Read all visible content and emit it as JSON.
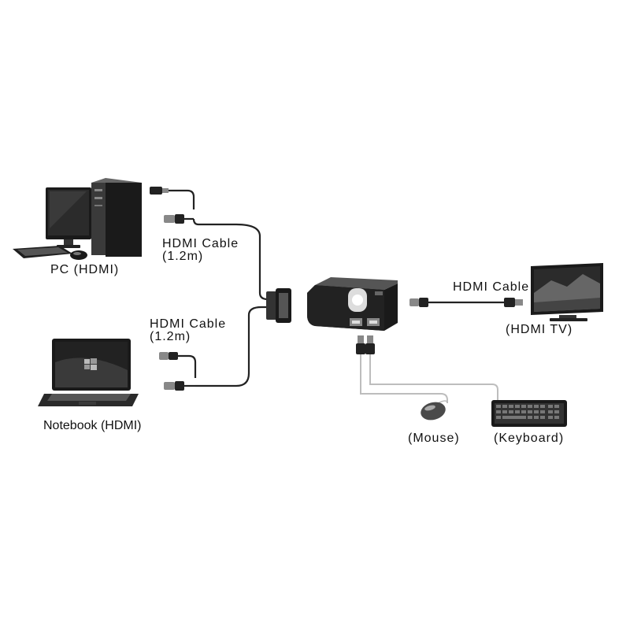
{
  "labels": {
    "pc": "PC (HDMI)",
    "notebook": "Notebook (HDMI)",
    "cable_pc_line1": "HDMI Cable",
    "cable_pc_line2": "(1.2m)",
    "cable_nb_line1": "HDMI Cable",
    "cable_nb_line2": "(1.2m)",
    "cable_tv": "HDMI Cable",
    "tv": "(HDMI TV)",
    "mouse": "(Mouse)",
    "keyboard": "(Keyboard)"
  },
  "colors": {
    "cable": "#222222",
    "usb_line": "#bdbdbd",
    "device_dark": "#1a1a1a",
    "device_mid": "#555555",
    "screen": "#2b2b2b"
  }
}
